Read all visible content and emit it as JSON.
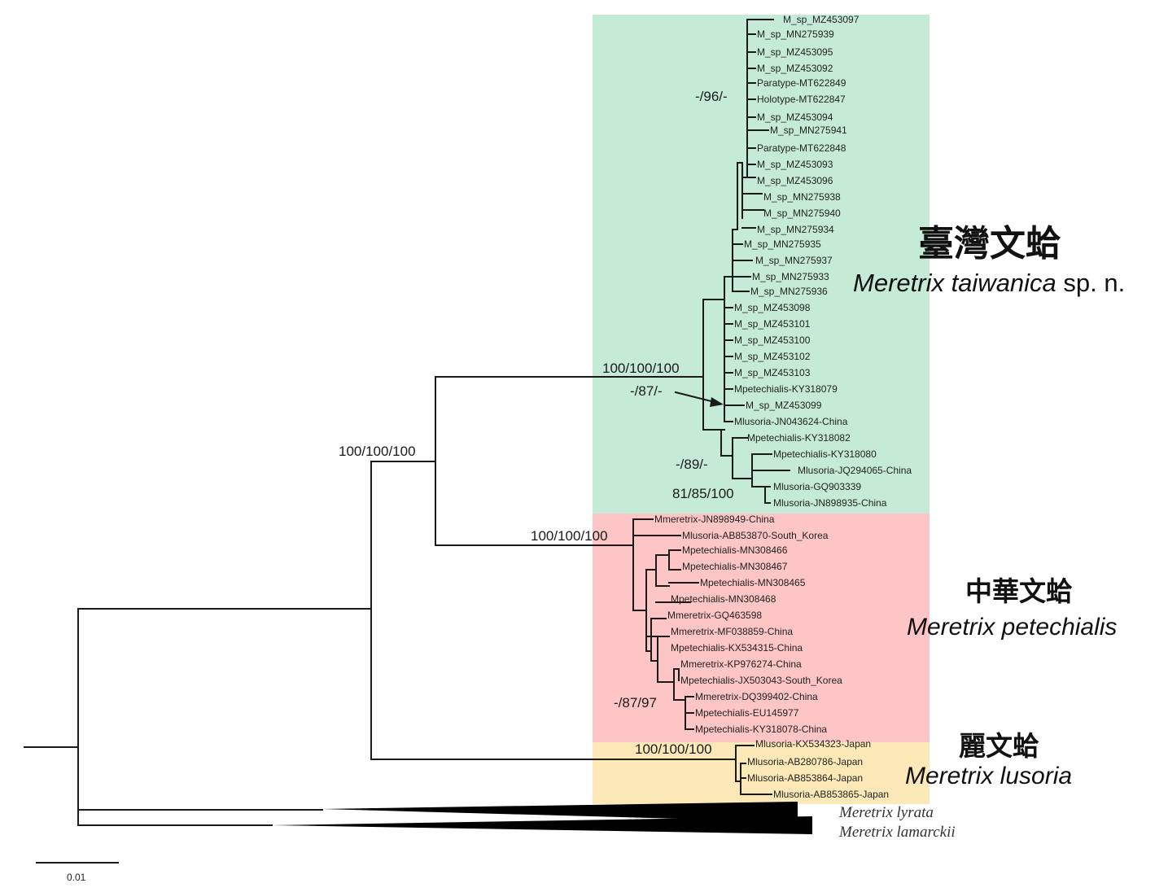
{
  "clades": [
    {
      "id": "taiwanica",
      "chinese_name": "臺灣文蛤",
      "scientific_name": "Meretrix taiwanica",
      "name_suffix": " sp. n.",
      "color": "#c5ebd6"
    },
    {
      "id": "petechialis",
      "chinese_name": "中華文蛤",
      "scientific_name": "Meretrix petechialis",
      "name_suffix": "",
      "color": "#fdc5c5"
    },
    {
      "id": "lusoria",
      "chinese_name": "麗文蛤",
      "scientific_name": "Meretrix lusoria",
      "name_suffix": "",
      "color": "#fde9b7"
    }
  ],
  "taxa": {
    "taiwanica": [
      "M_sp_MZ453097",
      "M_sp_MN275939",
      "M_sp_MZ453095",
      "M_sp_MZ453092",
      "Paratype-MT622849",
      "Holotype-MT622847",
      "M_sp_MZ453094",
      "M_sp_MN275941",
      "Paratype-MT622848",
      "M_sp_MZ453093",
      "M_sp_MZ453096",
      "M_sp_MN275938",
      "M_sp_MN275940",
      "M_sp_MN275934",
      "M_sp_MN275935",
      "M_sp_MN275937",
      "M_sp_MN275933",
      "M_sp_MN275936",
      "M_sp_MZ453098",
      "M_sp_MZ453101",
      "M_sp_MZ453100",
      "M_sp_MZ453102",
      "M_sp_MZ453103",
      "Mpetechialis-KY318079",
      "M_sp_MZ453099",
      "Mlusoria-JN043624-China",
      "Mpetechialis-KY318082",
      "Mpetechialis-KY318080",
      "Mlusoria-JQ294065-China",
      "Mlusoria-GQ903339",
      "Mlusoria-JN898935-China"
    ],
    "petechialis": [
      "Mmeretrix-JN898949-China",
      "Mlusoria-AB853870-South_Korea",
      "Mpetechialis-MN308466",
      "Mpetechialis-MN308467",
      "Mpetechialis-MN308465",
      "Mpetechialis-MN308468",
      "Mmeretrix-GQ463598",
      "Mmeretrix-MF038859-China",
      "Mpetechialis-KX534315-China",
      "Mmeretrix-KP976274-China",
      "Mpetechialis-JX503043-South_Korea",
      "Mmeretrix-DQ399402-China",
      "Mpetechialis-EU145977",
      "Mpetechialis-KY318078-China"
    ],
    "lusoria": [
      "Mlusoria-KX534323-Japan",
      "Mlusoria-AB280786-Japan",
      "Mlusoria-AB853864-Japan",
      "Mlusoria-AB853865-Japan"
    ]
  },
  "collapsed_clades": [
    "Meretrix lyrata",
    "Meretrix lamarckii"
  ],
  "support_values": {
    "taiwanica_petechialis_node": "100/100/100",
    "taiwanica_crown": "100/100/100",
    "taiwanica_inner": "-/96/-",
    "taiwanica_arrow": "-/87/-",
    "taiwanica_sub": "-/89/-",
    "taiwanica_pair": "81/85/100",
    "petechialis_crown": "100/100/100",
    "petechialis_inner": "-/87/97",
    "lusoria_crown": "100/100/100"
  },
  "scale_bar": {
    "label": "0.01"
  }
}
